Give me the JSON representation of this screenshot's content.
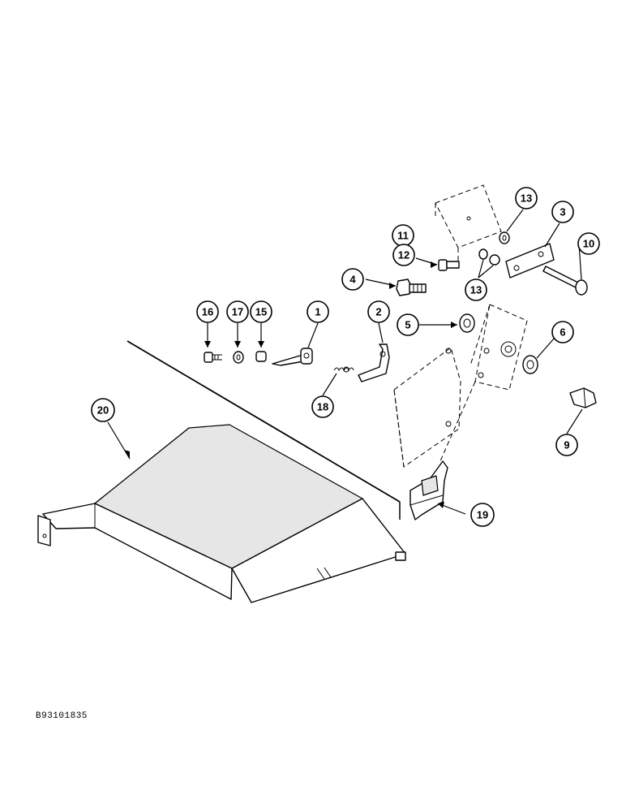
{
  "figure_code": "B93101835",
  "callouts": [
    {
      "id": "c1",
      "label": "1"
    },
    {
      "id": "c2",
      "label": "2"
    },
    {
      "id": "c3",
      "label": "3"
    },
    {
      "id": "c4",
      "label": "4"
    },
    {
      "id": "c5",
      "label": "5"
    },
    {
      "id": "c6",
      "label": "6"
    },
    {
      "id": "c9",
      "label": "9"
    },
    {
      "id": "c10",
      "label": "10"
    },
    {
      "id": "c11",
      "label": "11"
    },
    {
      "id": "c12",
      "label": "12"
    },
    {
      "id": "c13a",
      "label": "13"
    },
    {
      "id": "c13b",
      "label": "13"
    },
    {
      "id": "c15",
      "label": "15"
    },
    {
      "id": "c16",
      "label": "16"
    },
    {
      "id": "c17",
      "label": "17"
    },
    {
      "id": "c18",
      "label": "18"
    },
    {
      "id": "c19",
      "label": "19"
    },
    {
      "id": "c20",
      "label": "20"
    }
  ]
}
